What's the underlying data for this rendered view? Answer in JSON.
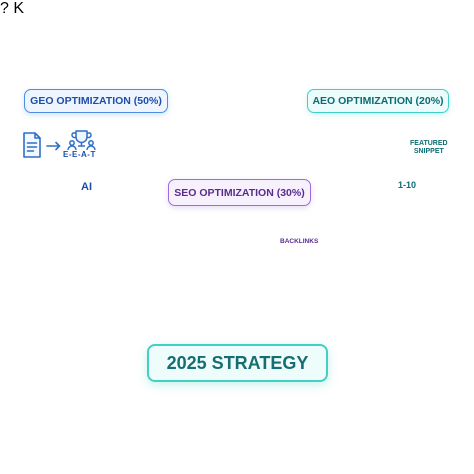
{
  "geo": {
    "label": "GEO OPTIMIZATION (50%)",
    "eeat": "E-E-A-T",
    "ai": "AI"
  },
  "aeo": {
    "label": "AEO OPTIMIZATION (20%)",
    "featured_line1": "FEATURED",
    "featured_line2": "SNIPPET",
    "rank_range": "1-10"
  },
  "seo": {
    "label": "SEO OPTIMIZATION (30%)",
    "backlinks": "BACKLINKS"
  },
  "strategy": {
    "label": "2025 STRATEGY"
  },
  "icons": {
    "geo_flow": [
      "document-icon",
      "trophy-team-icon",
      "shield-globe-icon"
    ],
    "ai_flow": [
      "document-icon",
      "brain-icon"
    ],
    "seo_flow": [
      "keyword-search-icon",
      "link-icon",
      "backlinks-icon"
    ],
    "aeo_flow": [
      "document-icon",
      "question-chat-icon",
      "featured-snippet-icon"
    ],
    "rank_flow": [
      "document-icon",
      "ranking-scale-icon"
    ]
  },
  "colors": {
    "geo": "#4a8fe0",
    "aeo": "#3fcfc7",
    "seo": "#9e6ed8",
    "strategy": "#43cfc4"
  }
}
